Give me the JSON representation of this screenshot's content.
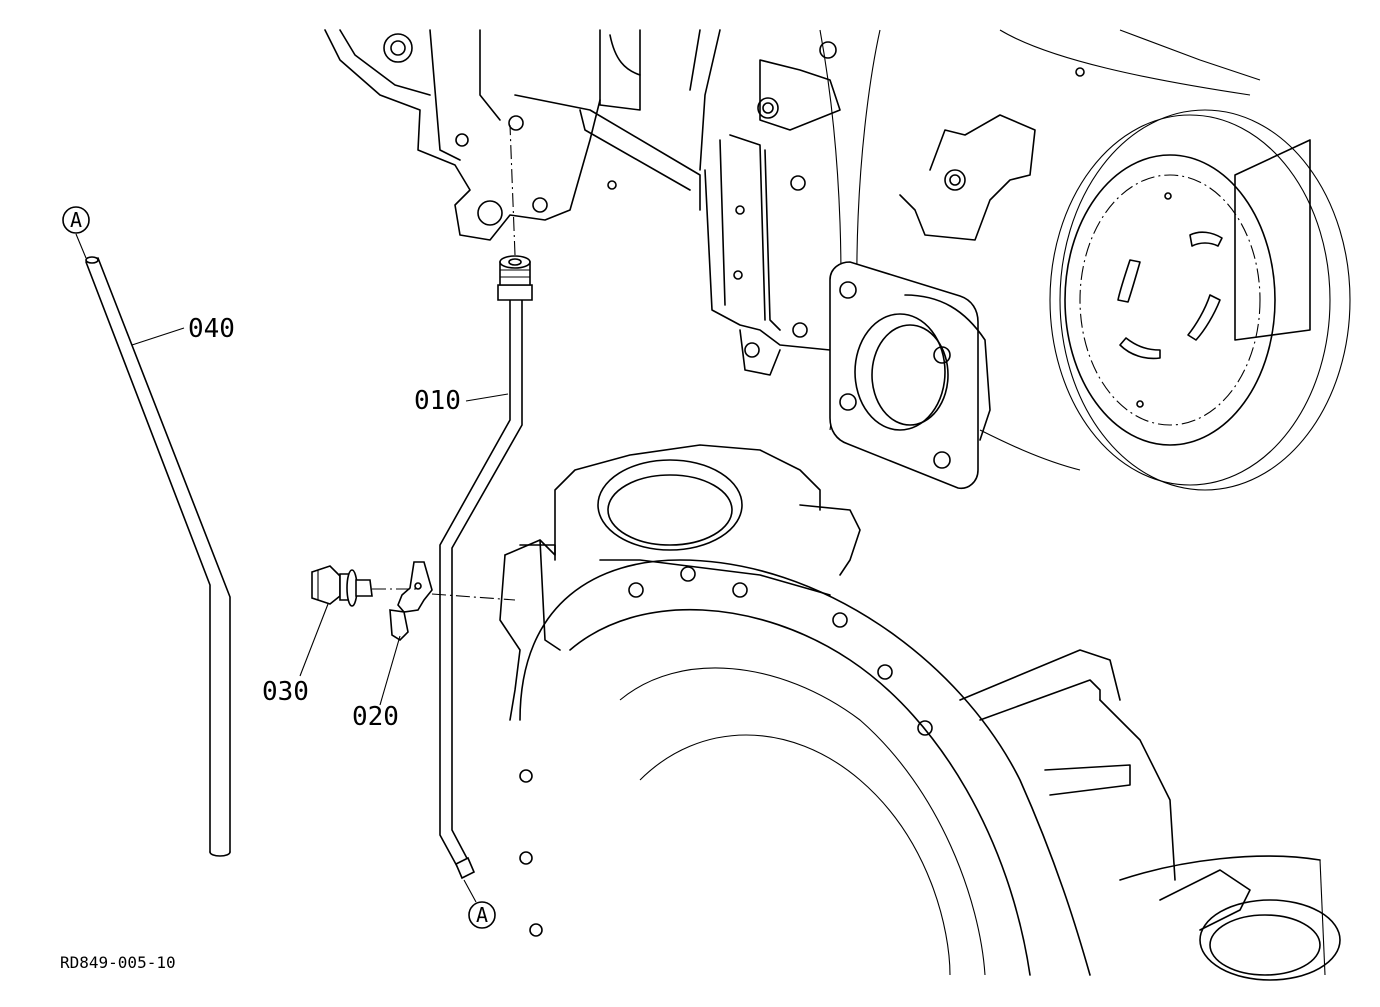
{
  "parts": {
    "p010": "010",
    "p020": "020",
    "p030": "030",
    "p040": "040"
  },
  "connector_marks": {
    "top": "A",
    "bottom": "A"
  },
  "reference_code": "RD849-005-10",
  "colors": {
    "line": "#000000",
    "background": "#ffffff"
  }
}
